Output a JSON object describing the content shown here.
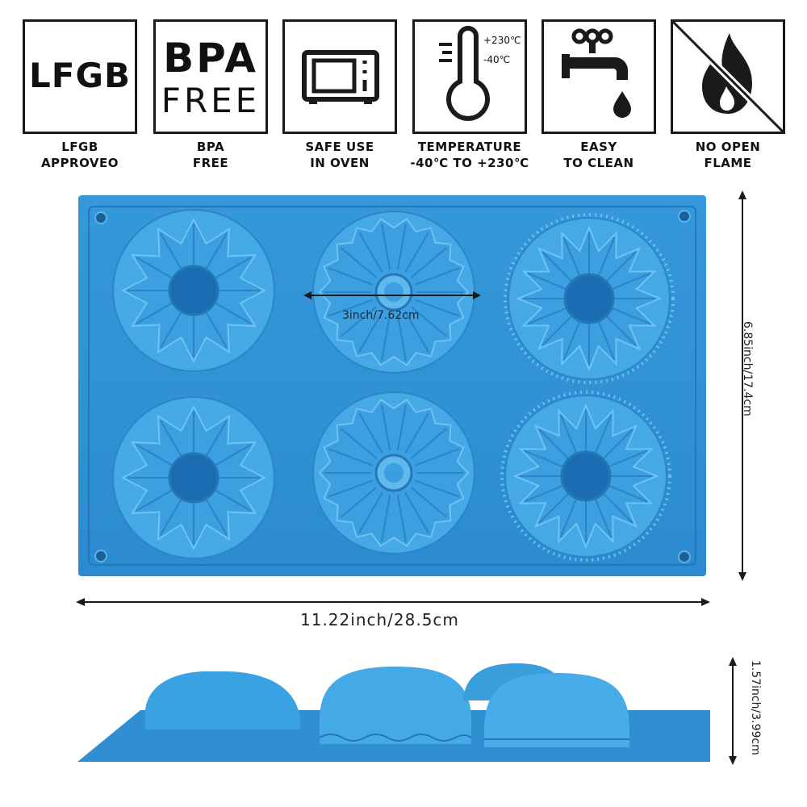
{
  "badges": [
    {
      "icon": "lfgb-text-icon",
      "text": "LFGB",
      "label_line1": "LFGB",
      "label_line2": "APPROVEO"
    },
    {
      "icon": "bpa-free-icon",
      "text_line1": "BPA",
      "text_line2": "FREE",
      "label_line1": "BPA",
      "label_line2": "FREE"
    },
    {
      "icon": "oven-icon",
      "label_line1": "SAFE USE",
      "label_line2": "IN OVEN"
    },
    {
      "icon": "thermometer-icon",
      "temp_high": "+230℃",
      "temp_low": "-40℃",
      "label_line1": "TEMPERATURE",
      "label_line2": "-40℃ TO +230℃"
    },
    {
      "icon": "faucet-icon",
      "label_line1": "EASY",
      "label_line2": "TO CLEAN"
    },
    {
      "icon": "no-flame-icon",
      "label_line1": "NO OPEN",
      "label_line2": "FLAME"
    }
  ],
  "mold": {
    "color": "#2f93d6",
    "cavity_diameter": "3inch/7.62cm",
    "width": "11.22inch/28.5cm",
    "height": "6.85inch/17.4cm",
    "depth": "1.57inch/3.99cm"
  }
}
